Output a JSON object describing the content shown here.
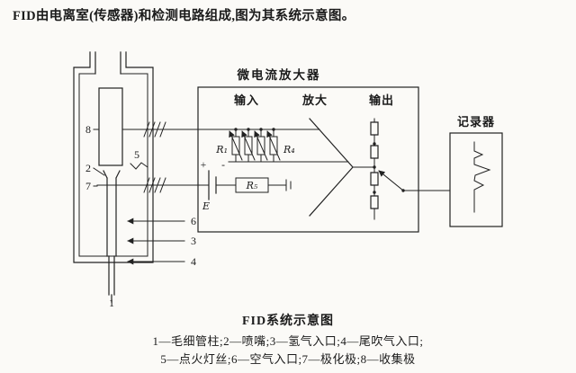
{
  "page": {
    "intro_text": "FID由电离室(传感器)和检测电路组成,图为其系统示意图。",
    "caption": "FID系统示意图",
    "legend": {
      "line1": "1—毛细管柱;2—喷嘴;3—氢气入口;4—尾吹气入口;",
      "line2": "5—点火灯丝;6—空气入口;7—极化极;8—收集极"
    }
  },
  "diagram": {
    "amplifier": {
      "title": "微电流放大器",
      "input_label": "输入",
      "amplify_label": "放大",
      "output_label": "输出",
      "r1_label": "R₁",
      "r4_label": "R₄",
      "r5_label": "R₅",
      "battery_label": "E",
      "plus": "+",
      "minus": "-"
    },
    "recorder": {
      "title": "记录器"
    },
    "chamber": {
      "label_1": "1",
      "label_2": "2",
      "label_3": "3",
      "label_4": "4",
      "label_5": "5",
      "label_6": "6",
      "label_7": "7",
      "label_8": "8"
    }
  }
}
